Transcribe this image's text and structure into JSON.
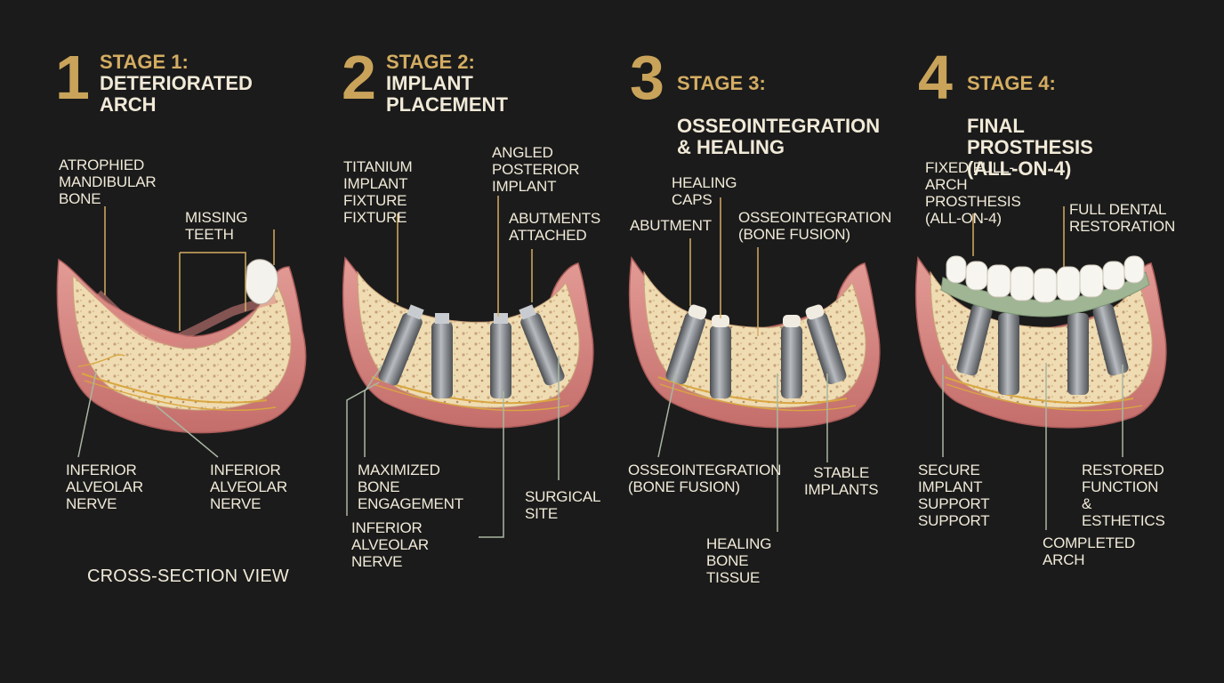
{
  "stages": [
    {
      "number": "1",
      "title_prefix": "STAGE 1:",
      "title_main": "DETERIORATED ARCH",
      "labels": {
        "atrophied_bone": "ATROPHIED\nMANDIBULAR\nBONE",
        "missing_teeth": "MISSING TEETH",
        "nerve_left": "INFERIOR\nALVEOLAR\nNERVE",
        "nerve_right": "INFERIOR\nALVEOLAR\nNERVE"
      }
    },
    {
      "number": "2",
      "title_prefix": "STAGE 2:",
      "title_main": "IMPLANT PLACEMENT",
      "labels": {
        "titanium_fixture": "TITANIUM\nIMPLANT FIXTURE\nFIXTURE",
        "angled_implant": "ANGLED\nPOSTERIOR\nIMPLANT",
        "abutments": "ABUTMENTS\nATTACHED",
        "bone_engagement": "MAXIMIZED BONE\nENGAGEMENT",
        "surgical_site": "SURGICAL\nSITE",
        "nerve": "INFERIOR\nALVEOLAR NERVE"
      }
    },
    {
      "number": "3",
      "title_prefix": "STAGE 3:",
      "title_main": "OSSEOINTEGRATION\n& HEALING",
      "labels": {
        "healing_caps": "HEALING CAPS",
        "abutment": "ABUTMENT",
        "osseo_top": "OSSEOINTEGRATION\n(BONE FUSION)",
        "osseo_bottom": "OSSEOINTEGRATION\n(BONE FUSION)",
        "stable_implants": "STABLE\nIMPLANTS",
        "healing_bone": "HEALING BONE TISSUE"
      }
    },
    {
      "number": "4",
      "title_prefix": "STAGE 4:",
      "title_main": "FINAL PROSTHESIS\n(ALL-ON-4)",
      "labels": {
        "fixed_prosthesis": "FIXED FULL-ARCH\nPROSTHESIS\n(ALL-ON-4)",
        "full_restoration": "FULL DENTAL\nRESTORATION",
        "secure_support": "SECURE IMPLANT\nSUPPORT\nSUPPORT",
        "restored_function": "RESTORED\nFUNCTION\n& ESTHETICS",
        "completed_arch": "COMPLETED\nARCH"
      }
    }
  ],
  "footer": "CROSS-SECTION VIEW",
  "colors": {
    "background": "#1b1b1b",
    "accent": "#c9a35a",
    "text": "#f1ead8",
    "gum": "#d9837f",
    "bone": "#efdcb2",
    "implant": "#8e9296",
    "leader": "#a9b7a2",
    "nerve": "#d9a640"
  }
}
